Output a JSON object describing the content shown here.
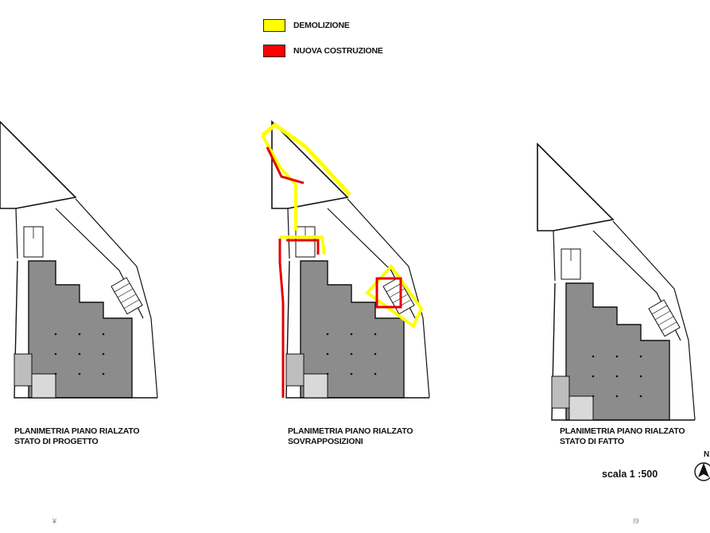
{
  "legend": {
    "demolition": {
      "label": "DEMOLIZIONE",
      "color": "#ffff00"
    },
    "new_construction": {
      "label": "NUOVA COSTRUZIONE",
      "color": "#ff0000"
    }
  },
  "plans": [
    {
      "id": "progetto",
      "title": "PLANIMETRIA PIANO RIALZATO",
      "subtitle": "STATO DI PROGETTO"
    },
    {
      "id": "sovrapposizioni",
      "title": "PLANIMETRIA PIANO RIALZATO",
      "subtitle": "SOVRAPPOSIZIONI"
    },
    {
      "id": "fatto",
      "title": "PLANIMETRIA PIANO RIALZATO",
      "subtitle": "STATO DI FATTO"
    }
  ],
  "scale_text": "scala 1 :500",
  "north_label": "N",
  "page_numbers": {
    "left": "¥",
    "right": "I9"
  },
  "colors": {
    "fill_grey": "#8c8c8c",
    "line": "#111111",
    "yellow": "#ffff00",
    "red": "#e60000"
  }
}
